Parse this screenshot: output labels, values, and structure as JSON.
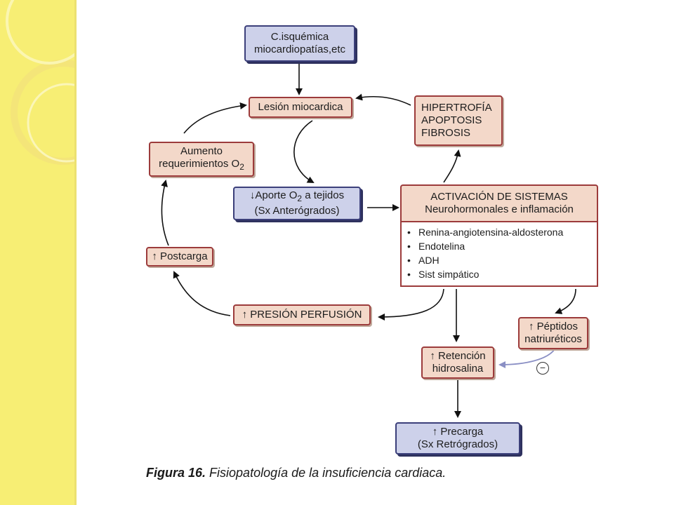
{
  "diagram": {
    "isquemica": {
      "line1": "C.isquémica",
      "line2": "miocardiopatías,etc"
    },
    "lesion": "Lesión miocardica",
    "hipertrofia": {
      "line1": "HIPERTROFÍA",
      "line2": "APOPTOSIS",
      "line3": "FIBROSIS"
    },
    "aumento": {
      "line1": "Aumento",
      "line2": "requerimientos O",
      "sub": "2"
    },
    "aporte": {
      "line1_pre": "↓Aporte O",
      "line1_sub": "2",
      "line1_post": " a tejidos",
      "line2": "(Sx Anterógrados)"
    },
    "activacion": {
      "title": "ACTIVACIÓN DE SISTEMAS",
      "subtitle": "Neurohormonales e inflamación",
      "items": [
        "Renina-angiotensina-aldosterona",
        "Endotelina",
        "ADH",
        "Sist simpático"
      ]
    },
    "postcarga": "↑ Postcarga",
    "presion": "↑ PRESIÓN PERFUSIÓN",
    "peptidos": {
      "line1": "↑ Péptidos",
      "line2": "natriuréticos"
    },
    "retencion": {
      "line1": "↑ Retención",
      "line2": "hidrosalina"
    },
    "minus": "−",
    "precarga": {
      "line1": "↑ Precarga",
      "line2": "(Sx Retrógrados)"
    }
  },
  "caption": {
    "label": "Figura 16.",
    "text": "Fisiopatología de la insuficiencia cardiaca."
  },
  "colors": {
    "side_band": "#f7ee74",
    "box_fill": "#f3d8c9",
    "box_border": "#9c3b3b",
    "blue_fill": "#cdd1ea",
    "blue_border": "#3b3f7a"
  }
}
